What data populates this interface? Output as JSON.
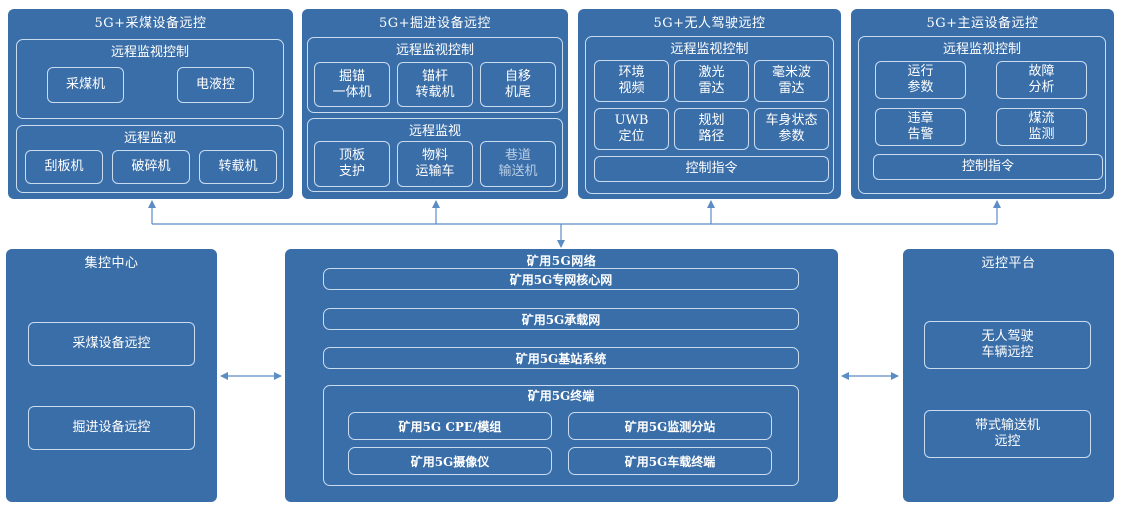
{
  "top_panels": [
    {
      "title": "5G+采煤设备远控",
      "sections": [
        {
          "title": "远程监视控制",
          "items": [
            "采煤机",
            "电液控"
          ]
        },
        {
          "title": "远程监视",
          "items": [
            "刮板机",
            "破碎机",
            "转载机"
          ]
        }
      ]
    },
    {
      "title": "5G+掘进设备远控",
      "sections": [
        {
          "title": "远程监视控制",
          "items": [
            "掘锚\n一体机",
            "锚杆\n转载机",
            "自移\n机尾"
          ]
        },
        {
          "title": "远程监视",
          "items": [
            "顶板\n支护",
            "物料\n运输车",
            "巷道\n输送机"
          ]
        }
      ]
    },
    {
      "title": "5G+无人驾驶远控",
      "sections": [
        {
          "title": "远程监视控制",
          "items": [
            "环境\n视频",
            "激光\n雷达",
            "毫米波\n雷达",
            "UWB\n定位",
            "规划\n路径",
            "车身状态\n参数"
          ],
          "command": "控制指令"
        }
      ]
    },
    {
      "title": "5G+主运设备远控",
      "sections": [
        {
          "title": "远程监视控制",
          "items": [
            "运行\n参数",
            "故障\n分析",
            "违章\n告警",
            "煤流\n监测"
          ],
          "command": "控制指令"
        }
      ]
    }
  ],
  "center_left": {
    "title": "集控中心",
    "items": [
      "采煤设备远控",
      "掘进设备远控"
    ]
  },
  "network": {
    "title": "矿用5G网络",
    "layers": [
      "矿用5G专网核心网",
      "矿用5G承载网",
      "矿用5G基站系统"
    ],
    "terminal": {
      "title": "矿用5G终端",
      "items": [
        "矿用5G CPE/模组",
        "矿用5G监测分站",
        "矿用5G摄像仪",
        "矿用5G车载终端"
      ]
    }
  },
  "remote_platform": {
    "title": "远控平台",
    "items": [
      "无人驾驶\n车辆远控",
      "带式输送机\n远控"
    ]
  },
  "colors": {
    "panel": "#3a6ea8",
    "border": "#c9dcf0",
    "connector": "#5b8cc4"
  }
}
